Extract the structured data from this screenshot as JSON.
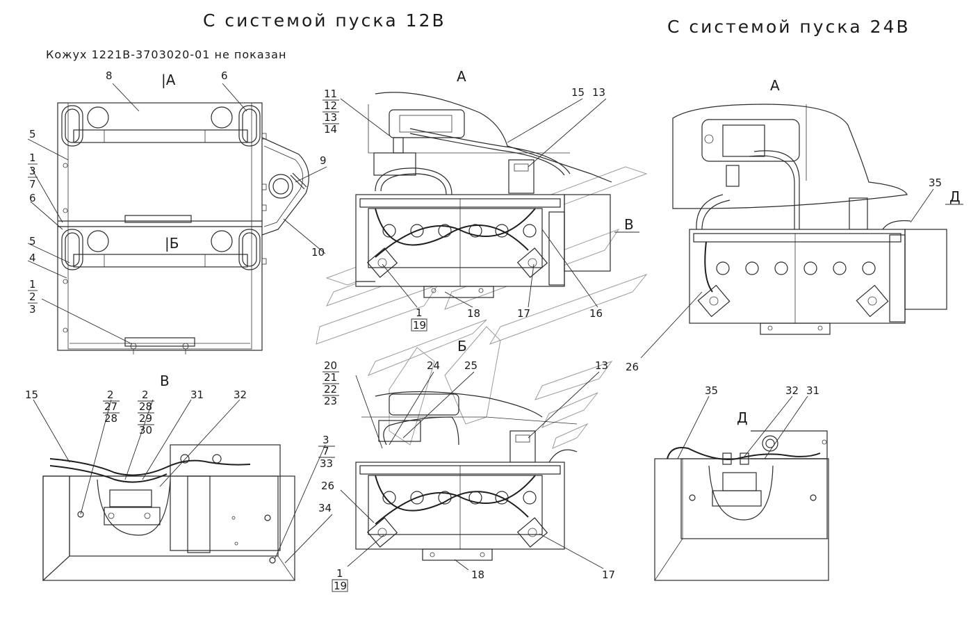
{
  "titles": {
    "start_12v": "С системой пуска 12В",
    "start_24v": "С системой пуска 24В",
    "note": "Кожух 1221В-3703020-01   не показан"
  },
  "views": {
    "a_left": "|А",
    "b_left": "|Б",
    "a_mid": "А",
    "b_mid": "Б",
    "a_right": "А",
    "v_mark": "В",
    "v_title": "В",
    "d_mark": "Д",
    "d_title": "Д"
  },
  "labels": {
    "n8": "8",
    "n6a": "6",
    "n5a": "5",
    "n1a": "1",
    "n3a": "3",
    "n7a": "7",
    "n6b": "6",
    "n5b": "5",
    "n4": "4",
    "n1b": "1",
    "n2b": "2",
    "n3b": "3",
    "n9": "9",
    "n10": "10",
    "n11": "11",
    "n12": "12",
    "n13a": "13",
    "n14": "14",
    "n15a": "15",
    "n13b": "13",
    "n1c": "1",
    "n19a": "19",
    "n18a": "18",
    "n17a": "17",
    "n16": "16",
    "n20": "20",
    "n21": "21",
    "n22": "22",
    "n23": "23",
    "n24": "24",
    "n25": "25",
    "n13c": "13",
    "n26a": "26",
    "n1d": "1",
    "n19b": "19",
    "n18b": "18",
    "n17b": "17",
    "n35a": "35",
    "n26b": "26",
    "n15b": "15",
    "n2c": "2",
    "n27": "27",
    "n28a": "28",
    "n2d": "2",
    "n28b": "28",
    "n29": "29",
    "n30": "30",
    "n31a": "31",
    "n32a": "32",
    "n3c": "3",
    "n7b": "7",
    "n33": "33",
    "n34": "34",
    "n35b": "35",
    "n32b": "32",
    "n31b": "31"
  }
}
